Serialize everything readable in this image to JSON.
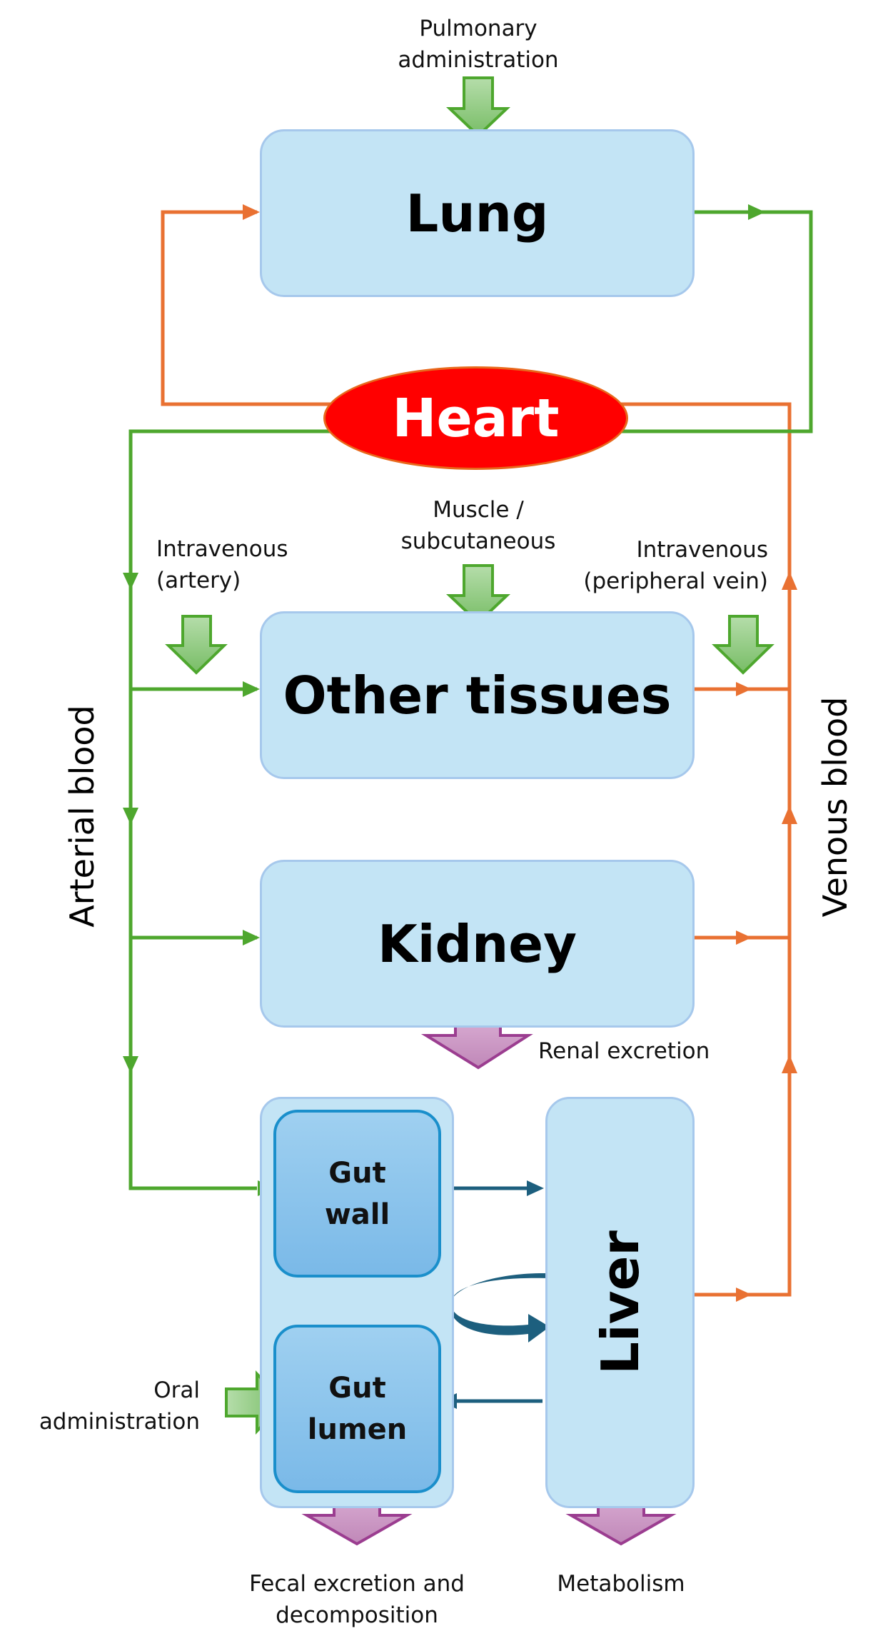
{
  "organs": {
    "lung": "Lung",
    "heart": "Heart",
    "other_tissues": "Other tissues",
    "kidney": "Kidney",
    "gut_wall": [
      "Gut",
      "wall"
    ],
    "gut_lumen": [
      "Gut",
      "lumen"
    ],
    "liver": "Liver"
  },
  "routes": {
    "pulmonary": [
      "Pulmonary",
      "administration"
    ],
    "iv_artery": [
      "Intravenous",
      "(artery)"
    ],
    "muscle": [
      "Muscle /",
      "subcutaneous"
    ],
    "iv_vein": [
      "Intravenous",
      "(peripheral vein)"
    ],
    "oral": [
      "Oral",
      "administration"
    ]
  },
  "eliminations": {
    "renal": "Renal excretion",
    "fecal": [
      "Fecal excretion and",
      "decomposition"
    ],
    "metabolism": "Metabolism"
  },
  "side_labels": {
    "arterial": "Arterial blood",
    "venous": "Venous blood"
  },
  "colors": {
    "arterial": "#4ea72e",
    "venous": "#e97132",
    "gut_flow": "#1d5f7e",
    "input_arrow": "#98cf8a",
    "excretion_arrow": "#cf98c8"
  }
}
